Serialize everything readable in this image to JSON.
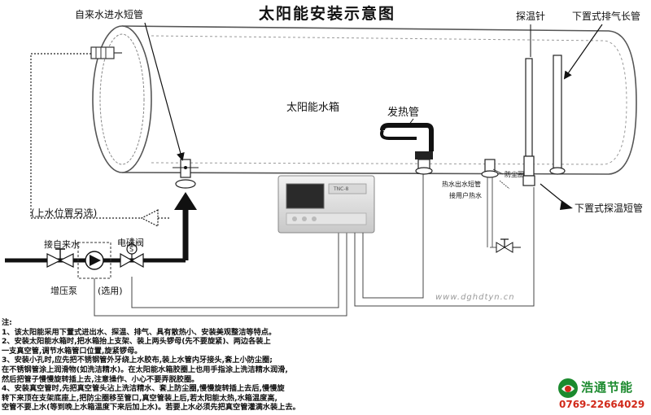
{
  "title": "太阳能安装示意图",
  "labels": {
    "inlet_short_pipe": "自来水进水短管",
    "temp_probe": "探温针",
    "bottom_vent_pipe": "下置式排气长管",
    "tank": "太阳能水箱",
    "heating_pipe": "发热管",
    "outlet_short_pipe_line1": "热水出水短管",
    "outlet_short_pipe_line2": "接用户热水",
    "dust_ring": "防尘圈",
    "bottom_probe_pipe": "下置式探温短管",
    "water_level_alt": "(上水位置另选)",
    "tap_water_in": "接自来水",
    "solenoid_valve": "电磁阀",
    "booster_pump": "增压泵",
    "optional": "(选用)",
    "controller_brand": "TNC-8"
  },
  "watermark": "www.dghdtyn.cn",
  "notes": {
    "heading": "注:",
    "lines": [
      "1、该太阳能采用下置式进出水、探温、排气、具有散热小、安装美观整洁等特点。",
      "2、安装太阳能水箱时,把水箱抬上支架、装上两头锣母(先不要旋紧)、两边各装上",
      "一支真空管,调节水箱管口位置,旋紧锣母。",
      "3、安装小孔时,应先把不锈钢管外牙绕上水胶布,装上水管内牙接头,套上小防尘圈;",
      "在不锈钢管涂上润滑物(如洗洁精水)。在太阳能水箱胶圈上也用手指涂上洗洁精水润滑,",
      "然后把管子慢慢旋转插上去,注意操作、小心不要弄脱胶圈。",
      "4、安装真空管时,先把真空管头沾上洗洁精水、套上防尘圈,慢慢旋转插上去后,慢慢旋",
      "转下来顶在支架底座上,把防尘圈移至管口,真空管装上后,若太阳能太热,水箱温度高,",
      "空管不要上水(等到晚上水箱温度下来后加上水)。若要上水必须先把真空管灌满水装上去。"
    ]
  },
  "brand": {
    "name": "浩通节能",
    "phone": "0769-22664029"
  },
  "colors": {
    "tank_outline": "#555555",
    "pipe": "#111111",
    "brand_green": "#1b8a2e",
    "brand_red": "#d12a1a"
  }
}
